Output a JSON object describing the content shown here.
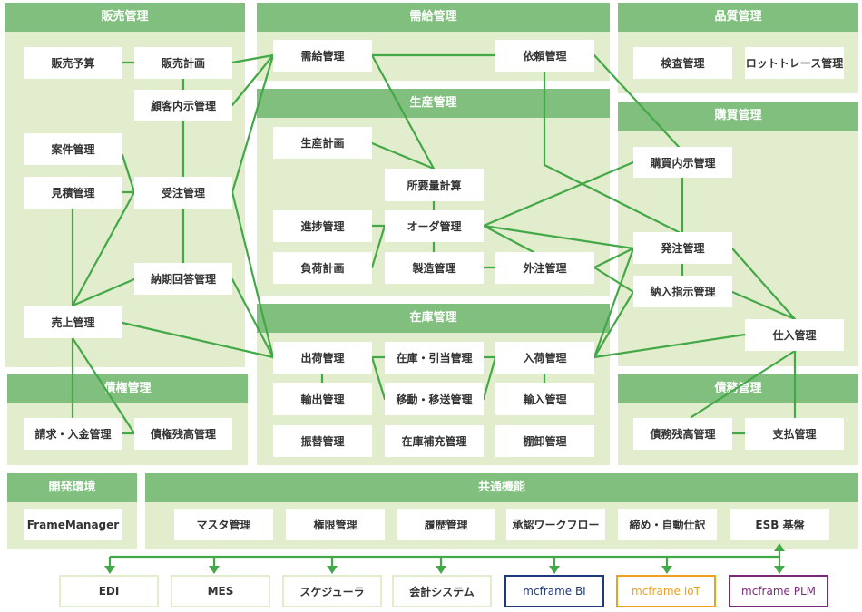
{
  "colors": {
    "panel_bg": "#e2edcd",
    "panel_header": "#80bf7e",
    "line": "#43a847",
    "mcframe_bi": "#1f3a7a",
    "mcframe_iot": "#f0a020",
    "mcframe_plm": "#7a2a7a"
  },
  "panels": {
    "sales": {
      "title": "販売管理",
      "items": [
        "販売予算",
        "販売計画",
        "顧客内示管理",
        "案件管理",
        "見積管理",
        "受注管理",
        "納期回答管理",
        "売上管理"
      ]
    },
    "supply_demand": {
      "title": "需給管理",
      "items": [
        "需給管理",
        "依頼管理"
      ]
    },
    "production": {
      "title": "生産管理",
      "items": [
        "生産計画",
        "所要量計算",
        "進捗管理",
        "オーダ管理",
        "負荷計画",
        "製造管理",
        "外注管理"
      ]
    },
    "inventory": {
      "title": "在庫管理",
      "items": [
        "出荷管理",
        "在庫・引当管理",
        "入荷管理",
        "輸出管理",
        "移動・移送管理",
        "輸入管理",
        "振替管理",
        "在庫補充管理",
        "棚卸管理"
      ]
    },
    "quality": {
      "title": "品質管理",
      "items": [
        "検査管理",
        "ロットトレース管理"
      ]
    },
    "purchasing": {
      "title": "購買管理",
      "items": [
        "購買内示管理",
        "発注管理",
        "納入指示管理",
        "仕入管理"
      ]
    },
    "receivables": {
      "title": "債権管理",
      "items": [
        "請求・入金管理",
        "債権残高管理"
      ]
    },
    "payables": {
      "title": "債務管理",
      "items": [
        "債務残高管理",
        "支払管理"
      ]
    },
    "dev_env": {
      "title": "開発環境",
      "items": [
        "FrameManager"
      ]
    },
    "common": {
      "title": "共通機能",
      "items": [
        "マスタ管理",
        "権限管理",
        "履歴管理",
        "承認ワークフロー",
        "締め・自動仕訳",
        "ESB 基盤"
      ]
    }
  },
  "external_systems": [
    "EDI",
    "MES",
    "スケジューラ",
    "会計システム",
    "mcframe BI",
    "mcframe IoT",
    "mcframe PLM"
  ]
}
